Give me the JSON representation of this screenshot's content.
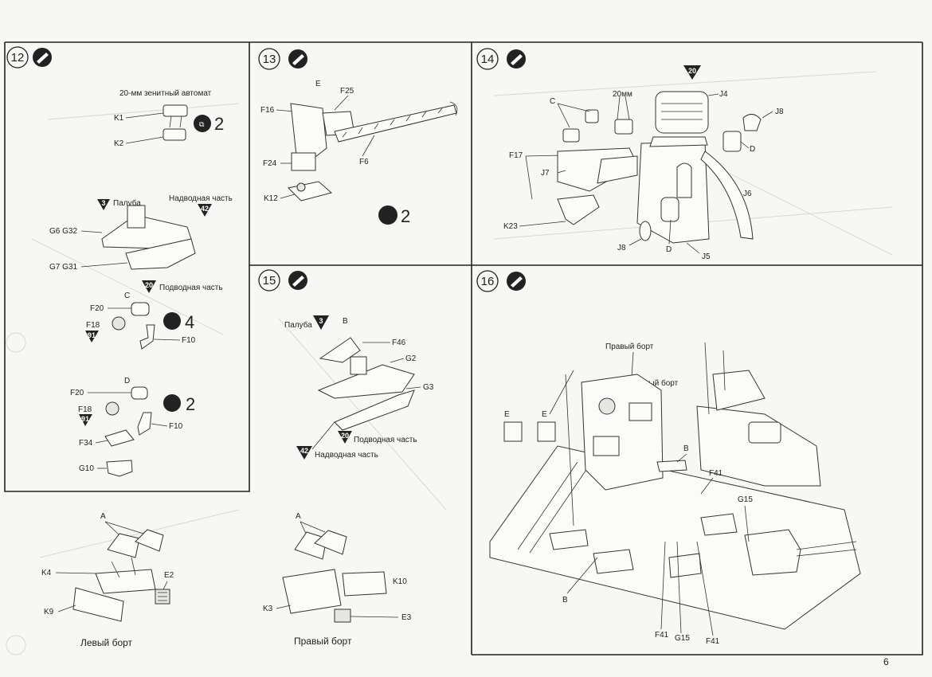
{
  "page_number": "6",
  "steps": [
    {
      "number": "12"
    },
    {
      "number": "13"
    },
    {
      "number": "14"
    },
    {
      "number": "15"
    },
    {
      "number": "16"
    }
  ],
  "step12": {
    "title": "20-мм зенитный автомат",
    "k1": "K1",
    "k2": "K2",
    "qty_top": "2",
    "paluba_label": "Палуба",
    "paluba_num": "3",
    "nadvod_label": "Надводная часть",
    "nadvod_num": "42",
    "g6g32": "G6 G32",
    "g7g31": "G7 G31",
    "podvod_label": "Подводная часть",
    "podvod_num": "20",
    "c_label": "C",
    "f20": "F20",
    "f18": "F18",
    "num91": "91",
    "f10": "F10",
    "qty_c": "4",
    "d_label": "D",
    "f20b": "F20",
    "f18b": "F18",
    "num91b": "91",
    "f10b": "F10",
    "f34": "F34",
    "g10": "G10",
    "qty_d": "2"
  },
  "step13": {
    "e": "E",
    "f25": "F25",
    "f16": "F16",
    "f6": "F6",
    "f24": "F24",
    "k12": "K12",
    "qty": "2"
  },
  "step14": {
    "c": "C",
    "mm20": "20мм",
    "num20": "20",
    "j4": "J4",
    "j8a": "J8",
    "f17": "F17",
    "j7": "J7",
    "d_top": "D",
    "j6": "J6",
    "k23": "K23",
    "j8b": "J8",
    "d_bot": "D",
    "j5": "J5"
  },
  "step15": {
    "paluba_label": "Палуба",
    "paluba_num": "3",
    "b": "B",
    "f46": "F46",
    "g2": "G2",
    "g3": "G3",
    "podvod_label": "Подводная часть",
    "podvod_num": "20",
    "nadvod_label": "Надводная часть",
    "nadvod_num": "42"
  },
  "bottom_left": {
    "a_left": "A",
    "k4": "K4",
    "e2": "E2",
    "k9": "K9",
    "caption_left": "Левый борт",
    "a_right": "A",
    "k10": "K10",
    "k3": "K3",
    "e3": "E3",
    "caption_right": "Правый борт"
  },
  "step16": {
    "pravy": "Правый борт",
    "levy": "Левый борт",
    "e1": "E",
    "e2": "E",
    "b_top": "B",
    "f41_top": "F41",
    "g15_top": "G15",
    "b_bot": "B",
    "f41_bl": "F41",
    "g15_bot": "G15",
    "f41_br": "F41"
  }
}
